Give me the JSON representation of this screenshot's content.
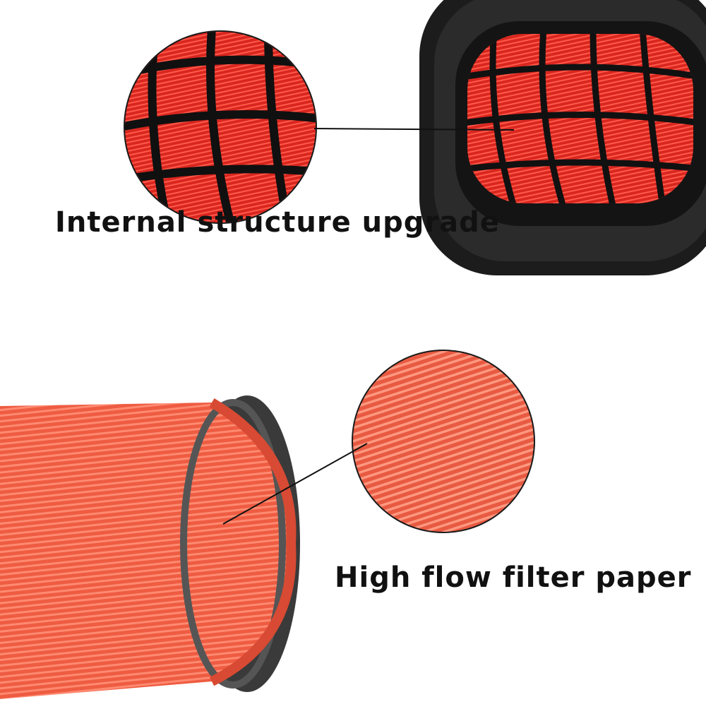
{
  "image": {
    "description_labels": {
      "top_caption": "Internal structure upgrade",
      "bottom_caption": "High flow filter paper"
    },
    "colors": {
      "filter_red": "#e8332b",
      "filter_dark_red": "#b01812",
      "pleat_orange": "#f26b4f",
      "gasket_black": "#1c1c1c",
      "background": "#ffffff"
    },
    "icons": [
      "air-filter-top-view",
      "air-filter-side-view",
      "magnifier-circle-grid",
      "magnifier-circle-pleats"
    ]
  }
}
